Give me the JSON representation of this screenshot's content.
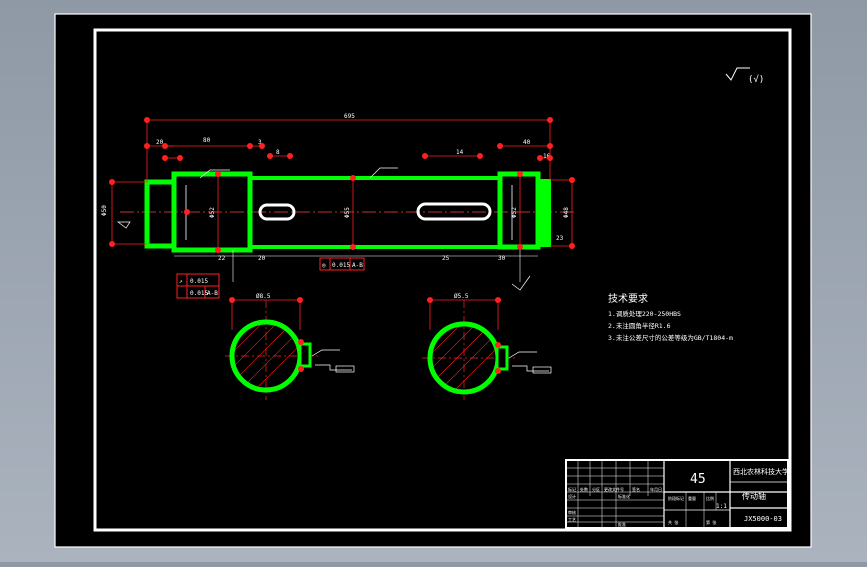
{
  "drawing": {
    "roughness_symbol": "(√)",
    "overall_length": "695",
    "dims_top": [
      "20",
      "80",
      "3",
      "40",
      "16"
    ],
    "dim_left": "Φ50",
    "dims_vertical": [
      "Φ52",
      "Φ55",
      "Φ52",
      "Φ48"
    ],
    "dims_bottom": [
      "22",
      "20",
      "25",
      "30",
      "23"
    ],
    "keyway_small_label": "8",
    "keyway_large_label": "14",
    "tolerance_frame": {
      "symbol_a": "◎",
      "value_a": "0.015",
      "datum_a": "A-B",
      "symbol_b": "↗",
      "value_b": "0.015",
      "datum_b": "A-B"
    },
    "section_a_label": "Ø8.5",
    "section_b_label": "Ø5.5"
  },
  "tech_requirements": {
    "title": "技术要求",
    "items": [
      "1.调质处理220-250HBS",
      "2.未注圆角半径R1.6",
      "3.未注公差尺寸的公差等级为GB/T1804-m"
    ]
  },
  "title_block": {
    "material": "45",
    "school": "西北农林科技大学",
    "part_name": "传动轴",
    "drawing_no": "JX5000-03",
    "scale": "1:1",
    "labels": [
      "标记",
      "处数",
      "分区",
      "更改文件号",
      "签名",
      "年月日",
      "设计",
      "标准化",
      "审核",
      "工艺",
      "批准",
      "阶段标记",
      "重量",
      "比例",
      "共 张",
      "第 张"
    ]
  },
  "colors": {
    "background": "#000000",
    "frame": "#ffffff",
    "part": "#00ff00",
    "dimension": "#ff2020",
    "centerline": "#ff4040",
    "text": "#ffffff"
  }
}
